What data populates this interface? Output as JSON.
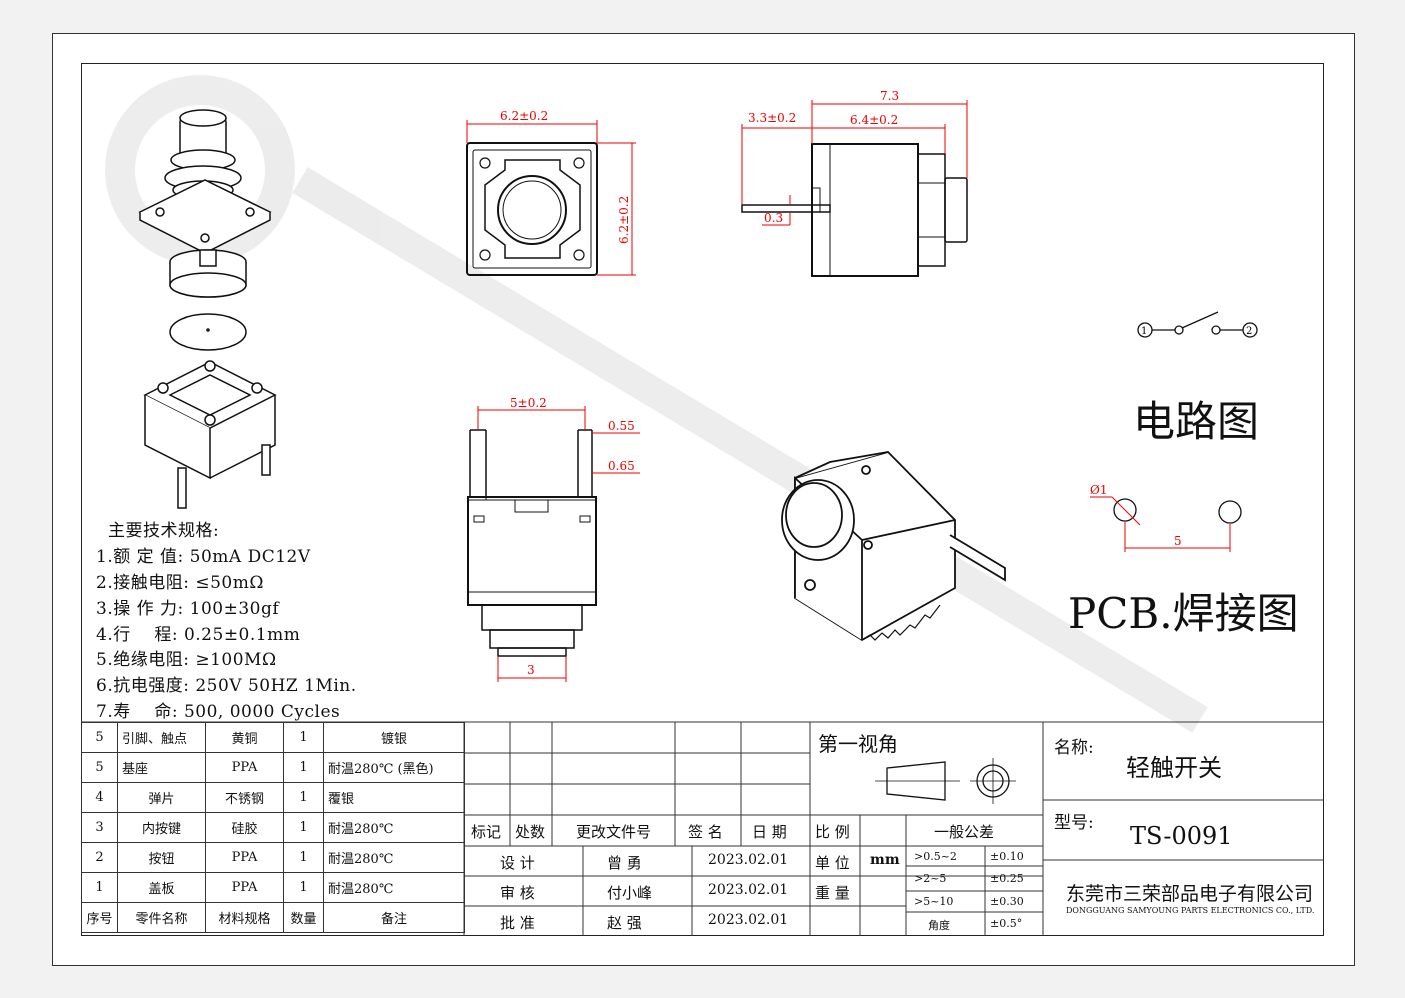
{
  "dims": {
    "top_width": "6.2±0.2",
    "top_height": "6.2±0.2",
    "side_total": "7.3",
    "side_left": "3.3±0.2",
    "side_body": "6.4±0.2",
    "side_pin": "0.3",
    "front_pitch": "5±0.2",
    "front_pin1": "0.55",
    "front_pin2": "0.65",
    "front_cap": "3",
    "pcb_hole": "Ø1",
    "pcb_pitch": "5"
  },
  "circuit": {
    "pin1": "1",
    "pin2": "2",
    "title": "电路图"
  },
  "pcb_title": "PCB.焊接图",
  "specs": {
    "heading": "主要技术规格:",
    "lines": [
      "1.额 定 值: 50mA DC12V",
      "2.接触电阻: ≤50mΩ",
      "3.操 作 力: 100±30gf",
      "4.行    程: 0.25±0.1mm",
      "5.绝缘电阻: ≥100MΩ",
      "6.抗电强度: 250V 50HZ 1Min.",
      "7.寿    命: 500, 0000 Cycles"
    ]
  },
  "bom": [
    {
      "no": "5",
      "name": "引脚、触点",
      "material": "黄铜",
      "qty": "1",
      "note": "镀银"
    },
    {
      "no": "5",
      "name": "基座",
      "material": "PPA",
      "qty": "1",
      "note": "耐温280℃ (黑色)"
    },
    {
      "no": "4",
      "name": "弹片",
      "material": "不锈钢",
      "qty": "1",
      "note": "覆银"
    },
    {
      "no": "3",
      "name": "内按键",
      "material": "硅胶",
      "qty": "1",
      "note": "耐温280℃"
    },
    {
      "no": "2",
      "name": "按钮",
      "material": "PPA",
      "qty": "1",
      "note": "耐温280℃"
    },
    {
      "no": "1",
      "name": "盖板",
      "material": "PPA",
      "qty": "1",
      "note": "耐温280℃"
    }
  ],
  "bom_header": {
    "no": "序号",
    "name": "零件名称",
    "material": "材料规格",
    "qty": "数量",
    "note": "备注"
  },
  "revision": {
    "mark": "标记",
    "count": "处数",
    "doc": "更改文件号",
    "sign": "签 名",
    "date": "日 期"
  },
  "approvals": [
    {
      "role": "设 计",
      "person": "曾 勇",
      "date": "2023.02.01"
    },
    {
      "role": "审 核",
      "person": "付小峰",
      "date": "2023.02.01"
    },
    {
      "role": "批 准",
      "person": "赵 强",
      "date": "2023.02.01"
    }
  ],
  "projection": "第一视角",
  "scale": {
    "label": "比 例",
    "unit_label": "单 位",
    "unit": "mm",
    "weight_label": "重 量"
  },
  "tolerance": {
    "title": "一般公差",
    "rows": [
      {
        "range": ">0.5~2",
        "value": "±0.10"
      },
      {
        "range": ">2~5",
        "value": "±0.25"
      },
      {
        "range": ">5~10",
        "value": "±0.30"
      },
      {
        "range": "角度",
        "value": "±0.5°"
      }
    ]
  },
  "title_block": {
    "name_label": "名称:",
    "name": "轻触开关",
    "model_label": "型号:",
    "model": "TS-0091",
    "company_cn": "东莞市三荣部品电子有限公司",
    "company_en": "DONGGUANG SAMYOUNG PARTS ELECTRONICS CO., LTD."
  },
  "colors": {
    "dimension": "#e00000",
    "line": "#111111"
  }
}
